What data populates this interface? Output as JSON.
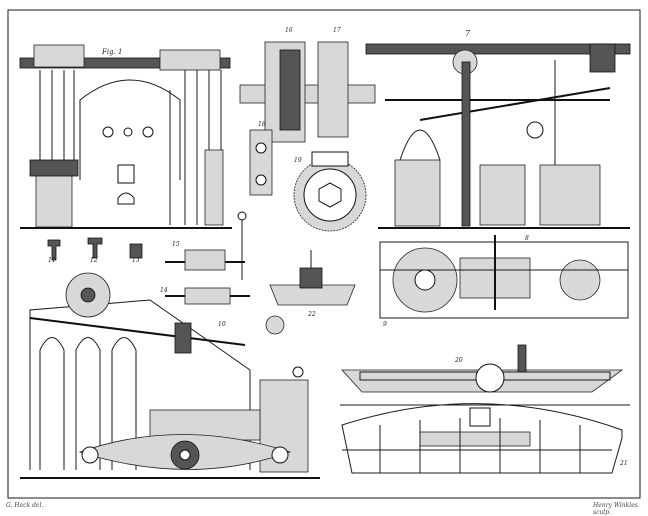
{
  "plate": {
    "figure_labels": {
      "fig1": "Fig. 1",
      "fig7": "7",
      "fig8": "8",
      "fig9": "9",
      "fig10": "10",
      "fig11": "11",
      "fig12": "12",
      "fig13": "13",
      "fig14": "14",
      "fig15": "15",
      "fig16": "16",
      "fig17": "17",
      "fig18": "18",
      "fig19": "19",
      "fig20": "20",
      "fig21": "21",
      "fig22": "22"
    },
    "credits": {
      "draughtsman": "G. Heck del.",
      "engraver": "Henry Winkles sculp."
    }
  }
}
